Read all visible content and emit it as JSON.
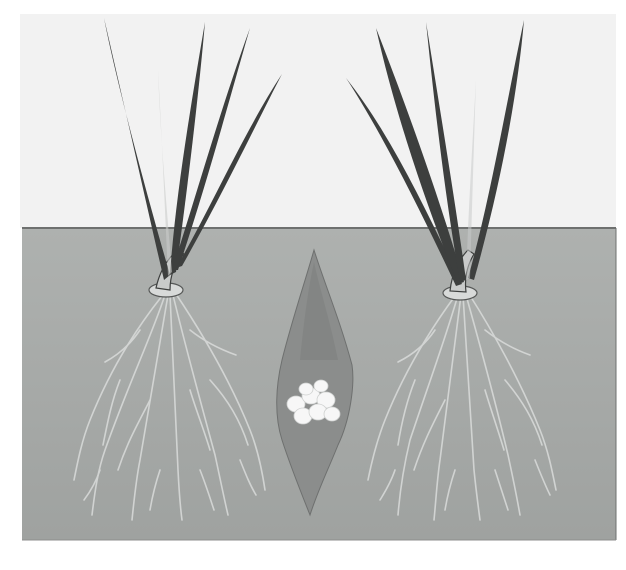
{
  "scene": {
    "elements": [
      "sky",
      "soil",
      "left-plant",
      "right-plant",
      "left-root-zone",
      "right-root-zone",
      "fertilizer-slit",
      "fertilizer-granules"
    ],
    "plants": [
      {
        "id": "left-plant"
      },
      {
        "id": "right-plant"
      }
    ],
    "fertilizer": {
      "granule_count": 8
    }
  },
  "colors": {
    "background": "#ffffff",
    "sky": "#f2f2f2",
    "soil": "#a7aaa8",
    "soil_edge": "#6e706f",
    "leaf": "#3d3f3e",
    "leaf_highlight": "#c9cbca",
    "roots": "#dadcdb",
    "slit": "#8b8d8c",
    "granule": "#f7f7f7"
  }
}
